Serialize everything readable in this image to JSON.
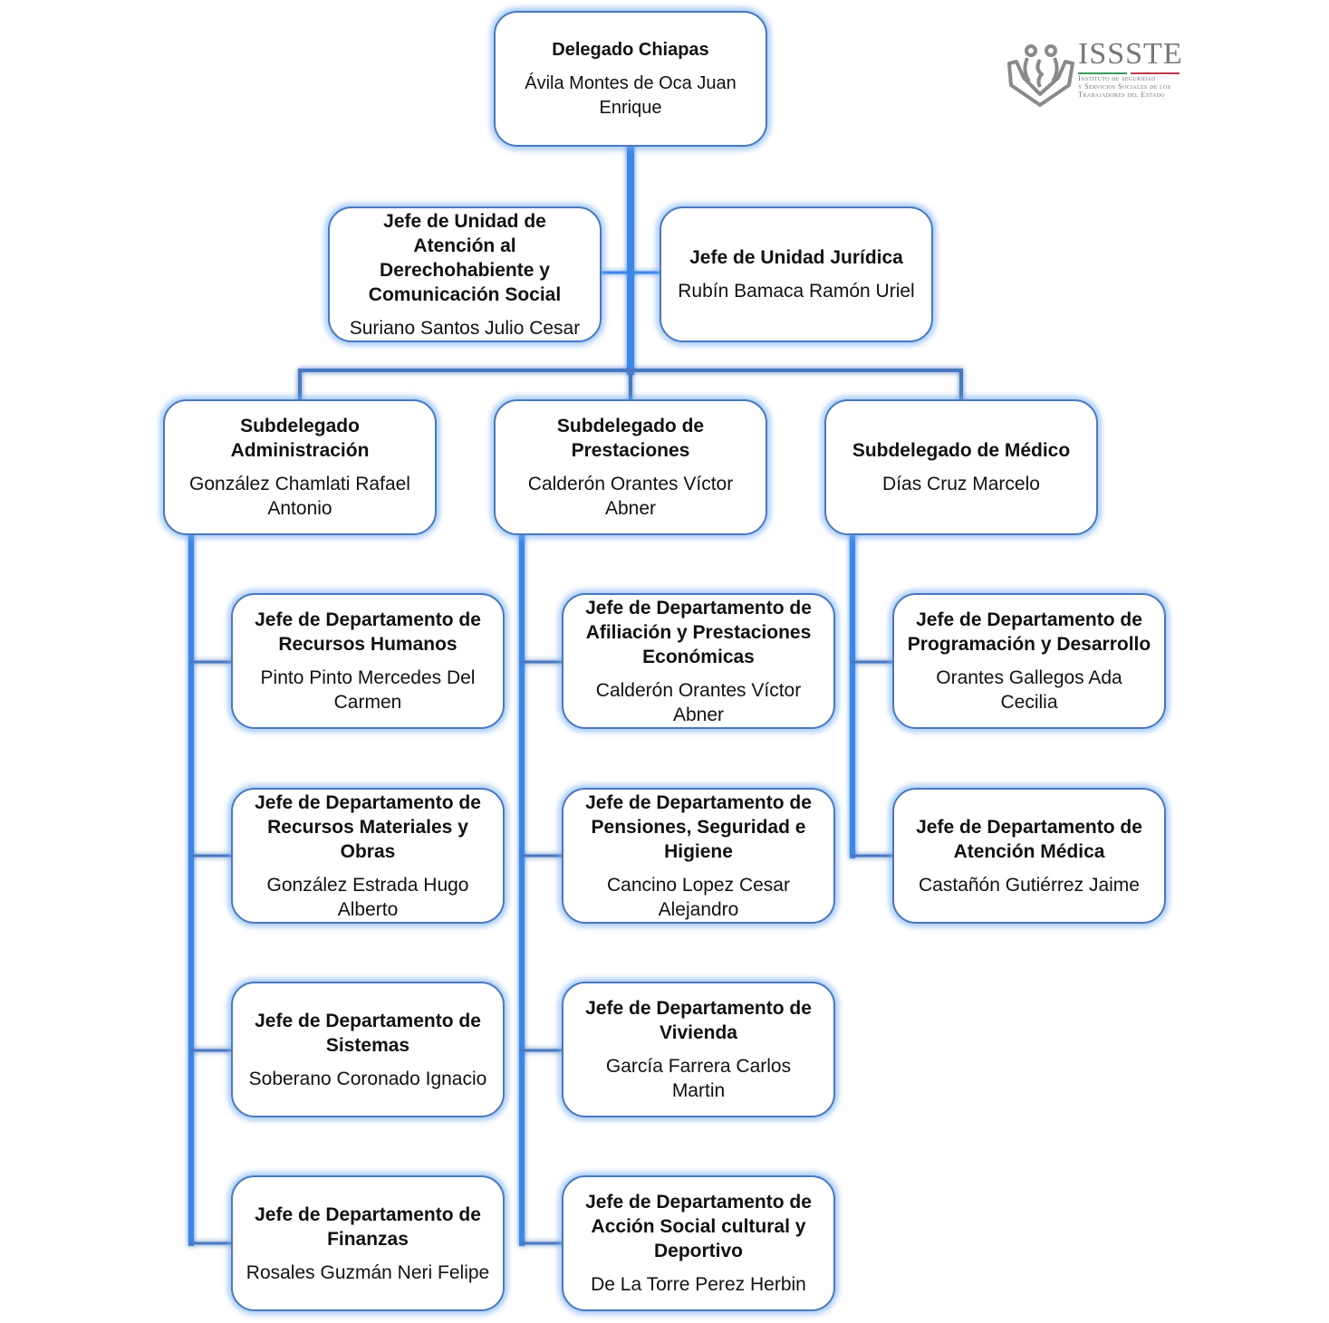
{
  "logo": {
    "acronym": "ISSSTE",
    "full_name_lines": [
      "Instituto de seguridad",
      "y Servicios Sociales de los",
      "Trabajadores del Estado"
    ],
    "icon": "hands-family-icon",
    "colors": {
      "gray": "#808080",
      "green": "#3a9a5b",
      "red": "#c0394b"
    }
  },
  "colors": {
    "line": "#3d86e6",
    "border": "#4a78c0",
    "glow": "#8cc0f5"
  },
  "chart": {
    "delegado": {
      "title": "Delegado Chiapas",
      "name": "Ávila Montes de Oca Juan Enrique"
    },
    "staff": [
      {
        "title": "Jefe de Unidad de Atención al Derechohabiente y Comunicación Social",
        "name": "Suriano Santos Julio Cesar"
      },
      {
        "title": "Jefe de Unidad Jurídica",
        "name": "Rubín Bamaca Ramón Uriel"
      }
    ],
    "subdelegados": [
      {
        "title": "Subdelegado Administración",
        "name": "González Chamlati Rafael Antonio",
        "departments": [
          {
            "title": "Jefe de Departamento de Recursos Humanos",
            "name": "Pinto Pinto Mercedes Del Carmen"
          },
          {
            "title": "Jefe de Departamento de Recursos Materiales y Obras",
            "name": "González Estrada Hugo Alberto"
          },
          {
            "title": "Jefe de Departamento de Sistemas",
            "name": "Soberano Coronado Ignacio"
          },
          {
            "title": "Jefe de Departamento de Finanzas",
            "name": "Rosales Guzmán Neri Felipe"
          }
        ]
      },
      {
        "title": "Subdelegado de Prestaciones",
        "name": "Calderón Orantes Víctor Abner",
        "departments": [
          {
            "title": "Jefe de Departamento de Afiliación y Prestaciones Económicas",
            "name": "Calderón Orantes Víctor Abner"
          },
          {
            "title": "Jefe de Departamento de Pensiones, Seguridad e Higiene",
            "name": "Cancino Lopez Cesar Alejandro"
          },
          {
            "title": "Jefe de Departamento de Vivienda",
            "name": "García Farrera Carlos Martin"
          },
          {
            "title": "Jefe de Departamento de Acción Social cultural y Deportivo",
            "name": "De La Torre Perez Herbin"
          }
        ]
      },
      {
        "title": "Subdelegado de Médico",
        "name": "Días Cruz Marcelo",
        "departments": [
          {
            "title": "Jefe de Departamento de Programación y Desarrollo",
            "name": "Orantes Gallegos Ada Cecilia"
          },
          {
            "title": "Jefe de Departamento de Atención Médica",
            "name": "Castañón Gutiérrez Jaime"
          }
        ]
      }
    ]
  }
}
